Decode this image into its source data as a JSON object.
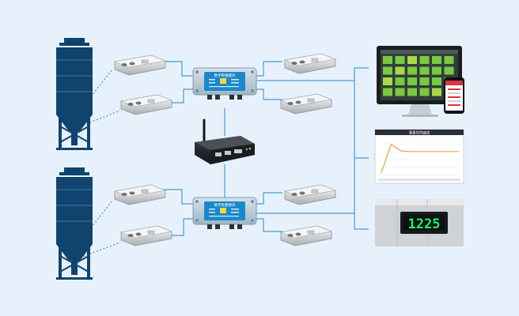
{
  "diagram": {
    "colors": {
      "background": "#e7f1fb",
      "connector": "#4a9bd6",
      "dotted_link": "#3f94d2",
      "silo": "#10446e",
      "transmitter_box": "#b9ccd9",
      "transmitter_screen": "#1c87c9",
      "display_digits": "#1ef06d",
      "display_bg": "#171a1d"
    },
    "silos": [
      {
        "name": "silo-top",
        "load_cells": 2
      },
      {
        "name": "silo-bottom",
        "load_cells": 2
      }
    ],
    "transmitter": {
      "screen_text": "数字称重模块",
      "count": 2
    },
    "gateway": {
      "icon": "wireless-router-icon"
    },
    "outputs": {
      "monitor": {
        "icon": "desktop-monitor-icon",
        "tiles": 24
      },
      "phone": {
        "icon": "smartphone-icon"
      },
      "trend_chart": {
        "title": "重量实时曲线",
        "line_color": "#e7a34a",
        "points": [
          0.88,
          0.1,
          0.28,
          0.3,
          0.3,
          0.3,
          0.3,
          0.3,
          0.3
        ]
      },
      "led_display": {
        "value": "1225"
      }
    }
  }
}
